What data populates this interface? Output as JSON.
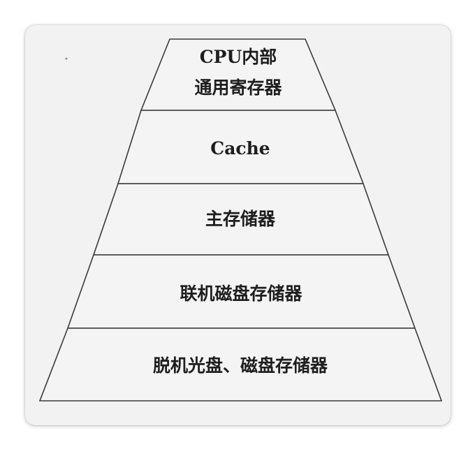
{
  "pyramid": {
    "levels": [
      {
        "lines": [
          "CPU内部",
          "通用寄存器"
        ]
      },
      {
        "lines": [
          "Cache"
        ]
      },
      {
        "lines": [
          "主存储器"
        ]
      },
      {
        "lines": [
          "联机磁盘存储器"
        ]
      },
      {
        "lines": [
          "脱机光盘、磁盘存储器"
        ]
      }
    ]
  }
}
